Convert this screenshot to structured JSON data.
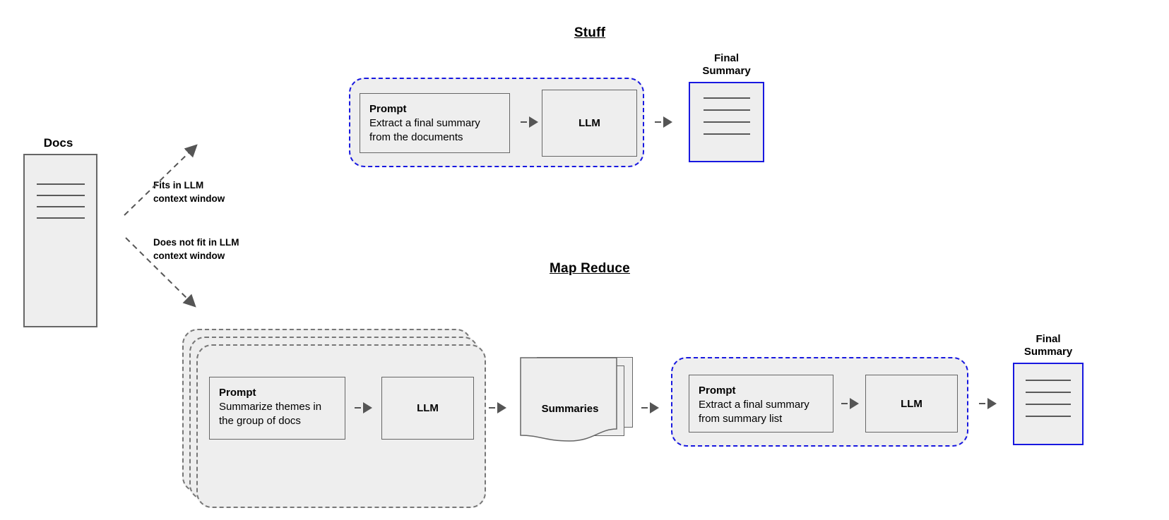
{
  "diagram": {
    "title_stuff": "Stuff",
    "title_map_reduce": "Map Reduce"
  },
  "docs": {
    "label": "Docs",
    "line_count": 4
  },
  "branches": [
    {
      "line1": "Fits in LLM",
      "line2": "context window"
    },
    {
      "line1": "Does not fit in LLM",
      "line2": "context window"
    }
  ],
  "stuff": {
    "prompt": {
      "title": "Prompt",
      "line1": "Extract a final summary",
      "line2": "from the documents"
    },
    "llm": "LLM",
    "final_summary": {
      "label_line1": "Final",
      "label_line2": "Summary",
      "line_count": 4
    }
  },
  "map_reduce": {
    "map": {
      "prompt": {
        "title": "Prompt",
        "line1": "Summarize themes in",
        "line2": "the group of docs"
      },
      "llm": "LLM",
      "stack_layers": 3
    },
    "summaries": {
      "label": "Summaries",
      "sheet_count": 3
    },
    "reduce": {
      "prompt": {
        "title": "Prompt",
        "line1": "Extract a final summary",
        "line2": "from summary list"
      },
      "llm": "LLM"
    },
    "final_summary": {
      "label_line1": "Final",
      "label_line2": "Summary",
      "line_count": 4
    }
  },
  "colors": {
    "fill": "#eeeeee",
    "stroke_gray": "#666666",
    "stroke_blue": "#1818e0",
    "arrow": "#555555",
    "dash_gray": "#777777"
  }
}
